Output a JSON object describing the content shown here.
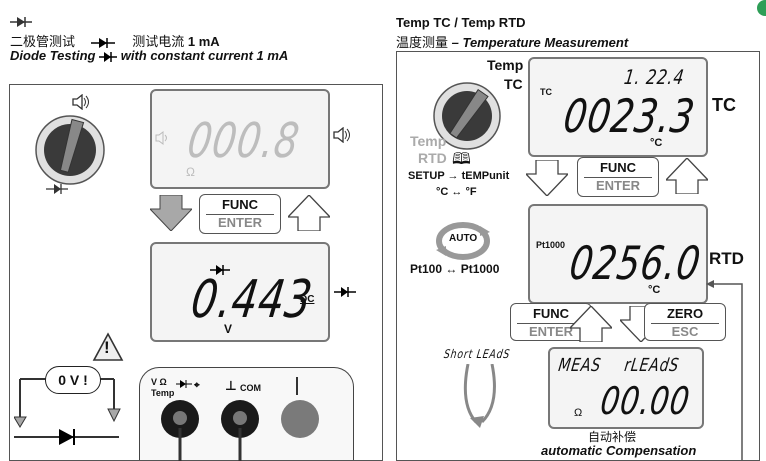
{
  "left": {
    "title_cn": "二极管测试",
    "title_cn2": "测试电流",
    "title_current": "1 mA",
    "title_en": "Diode Testing",
    "title_en2": "with constant current 1 mA",
    "lcd1": {
      "value": "000.8",
      "unit": "Ω"
    },
    "func_top": "FUNC",
    "func_bottom": "ENTER",
    "lcd2": {
      "value": "0.443",
      "unit": "V",
      "mode": "DC"
    },
    "warning": "!",
    "ov_label": "0 V !",
    "jack1_label_a": "V Ω",
    "jack1_label_b": "Temp",
    "jack2_label": "COM"
  },
  "right": {
    "title_en": "Temp TC / Temp RTD",
    "title_cn": "温度测量",
    "title_en2": "– Temperature Measurement",
    "dial_temp": "Temp",
    "dial_tc": "TC",
    "dial_temp2": "Temp",
    "dial_rtd": "RTD",
    "lcd_tc": {
      "small_value": "1. 22.4",
      "tag": "TC",
      "value": "0023.3",
      "unit": "°C"
    },
    "tc_label": "TC",
    "setup_line": "SETUP → tEMPunit",
    "unit_line": "°C ↔ °F",
    "func_top": "FUNC",
    "func_bottom": "ENTER",
    "auto_label": "AUTO",
    "pt_line": "Pt100 ↔ Pt1000",
    "lcd_rtd": {
      "tag": "Pt1000",
      "value": "0256.0",
      "unit": "°C"
    },
    "rtd_label": "RTD",
    "func2_top": "FUNC",
    "func2_bottom": "ENTER",
    "zero_top": "ZERO",
    "zero_bottom": "ESC",
    "short_leads": "Short LEAdS",
    "lcd_comp": {
      "line1_a": "MEAS",
      "line1_b": "rLEAdS",
      "value": "00.00",
      "unit": "Ω"
    },
    "comp_cn": "自动补偿",
    "comp_en": "automatic Compensation"
  },
  "colors": {
    "lcd_border": "#777777",
    "lcd_bg": "#f4f4f4",
    "arrow_gray": "#a8a8a8",
    "jack_dark": "#1a1a1a",
    "jack_gray": "#7a7a7a"
  }
}
